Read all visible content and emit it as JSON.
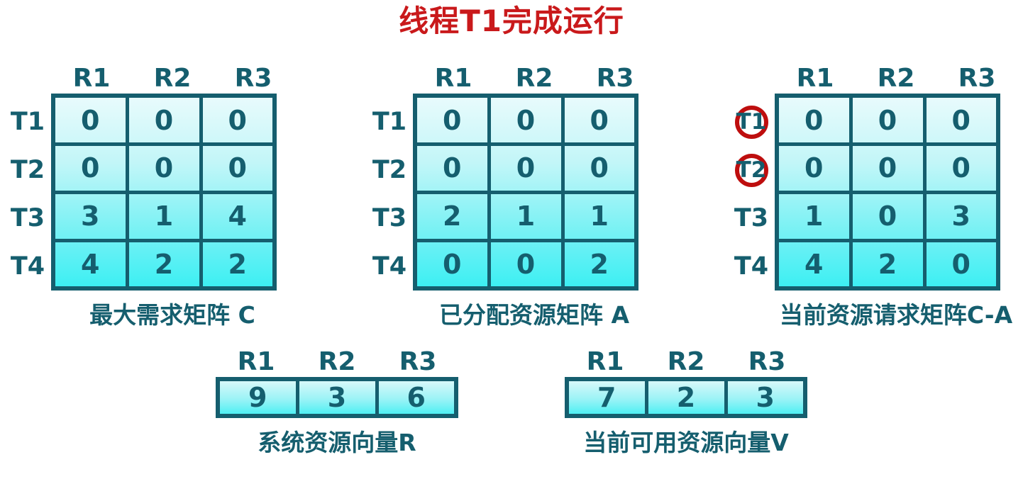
{
  "title": "线程T1完成运行",
  "colors": {
    "title_red": "#C9191B",
    "circle_red": "#BE0E0E",
    "teal_text_border": "#155E6E",
    "cell_cyan_top": "#E9FBFC",
    "cell_cyan_bottom": "#3BEFF3"
  },
  "col_headers": [
    "R1",
    "R2",
    "R3"
  ],
  "row_labels": [
    "T1",
    "T2",
    "T3",
    "T4"
  ],
  "matrices": [
    {
      "caption": "最大需求矩阵 C",
      "rows": [
        [
          "0",
          "0",
          "0"
        ],
        [
          "0",
          "0",
          "0"
        ],
        [
          "3",
          "1",
          "4"
        ],
        [
          "4",
          "2",
          "2"
        ]
      ]
    },
    {
      "caption": "已分配资源矩阵 A",
      "rows": [
        [
          "0",
          "0",
          "0"
        ],
        [
          "0",
          "0",
          "0"
        ],
        [
          "2",
          "1",
          "1"
        ],
        [
          "0",
          "0",
          "2"
        ]
      ]
    },
    {
      "caption": "当前资源请求矩阵C-A",
      "circled_row_labels": [
        "T1",
        "T2"
      ],
      "rows": [
        [
          "0",
          "0",
          "0"
        ],
        [
          "0",
          "0",
          "0"
        ],
        [
          "1",
          "0",
          "3"
        ],
        [
          "4",
          "2",
          "0"
        ]
      ]
    }
  ],
  "vectors": [
    {
      "caption": "系统资源向量R",
      "values": [
        "9",
        "3",
        "6"
      ]
    },
    {
      "caption": "当前可用资源向量V",
      "values": [
        "7",
        "2",
        "3"
      ]
    }
  ]
}
